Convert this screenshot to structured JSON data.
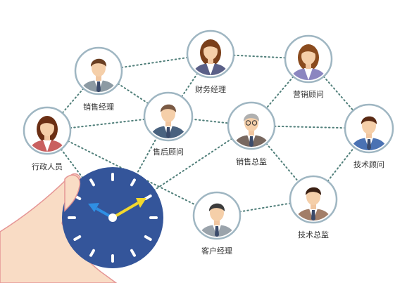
{
  "colors": {
    "connector": "#4f7e79",
    "ring": "#9fb6c2",
    "clock_face": "#34559a",
    "hand_blue": "#2f8fe3",
    "hand_yellow": "#f3d82c",
    "hand_skin": "#f9dcc5",
    "hand_outline": "#e59595"
  },
  "nodes": [
    {
      "id": "sales-manager",
      "label": "销售经理",
      "avatar": "male-suit-icon",
      "suit": "#8c9aa3",
      "hair": "#6a3f22"
    },
    {
      "id": "finance-manager",
      "label": "财务经理",
      "avatar": "female-suit-icon",
      "suit": "#5a5f87",
      "hair": "#7a3f1a"
    },
    {
      "id": "marketing-consultant",
      "label": "营销顾问",
      "avatar": "female-suit-icon",
      "suit": "#8b86c0",
      "hair": "#8a4b1e"
    },
    {
      "id": "admin-staff",
      "label": "行政人员",
      "avatar": "female-suit-icon",
      "suit": "#c96060",
      "hair": "#6b2f14"
    },
    {
      "id": "after-sales-consultant",
      "label": "售后顾问",
      "avatar": "male-suit-icon",
      "suit": "#49627f",
      "hair": "#7a5a44"
    },
    {
      "id": "sales-director",
      "label": "销售总监",
      "avatar": "male-glasses-icon",
      "suit": "#786860",
      "hair": "#b0b0b0"
    },
    {
      "id": "technical-consultant",
      "label": "技术顾问",
      "avatar": "male-suit-icon",
      "suit": "#4a72b3",
      "hair": "#5a2a14"
    },
    {
      "id": "technical-director",
      "label": "技术总监",
      "avatar": "male-suit-icon",
      "suit": "#a27e68",
      "hair": "#3a1f12"
    },
    {
      "id": "account-manager",
      "label": "客户经理",
      "avatar": "male-suit-icon",
      "suit": "#9aa3ab",
      "hair": "#3b3b3b"
    }
  ],
  "edges": [
    [
      "sales-manager",
      "finance-manager"
    ],
    [
      "sales-manager",
      "after-sales-consultant"
    ],
    [
      "sales-manager",
      "admin-staff"
    ],
    [
      "finance-manager",
      "after-sales-consultant"
    ],
    [
      "finance-manager",
      "marketing-consultant"
    ],
    [
      "marketing-consultant",
      "sales-director"
    ],
    [
      "marketing-consultant",
      "technical-consultant"
    ],
    [
      "admin-staff",
      "after-sales-consultant"
    ],
    [
      "admin-staff",
      "account-manager"
    ],
    [
      "admin-staff",
      "clock"
    ],
    [
      "after-sales-consultant",
      "sales-director"
    ],
    [
      "after-sales-consultant",
      "clock"
    ],
    [
      "sales-director",
      "technical-consultant"
    ],
    [
      "sales-director",
      "technical-director"
    ],
    [
      "sales-director",
      "clock"
    ],
    [
      "technical-consultant",
      "technical-director"
    ],
    [
      "technical-director",
      "account-manager"
    ]
  ],
  "clock": {
    "hand_icon": "hand-holding-clock-icon",
    "hour_ticks": 12
  }
}
